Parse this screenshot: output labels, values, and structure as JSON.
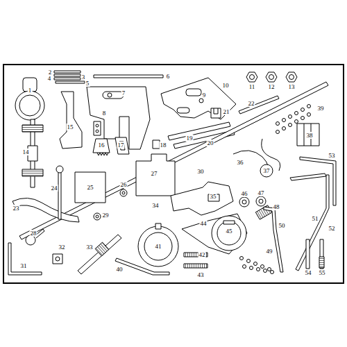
{
  "diagram": {
    "labels": [
      "1",
      "2",
      "3",
      "4",
      "5",
      "6",
      "7",
      "8",
      "9",
      "10",
      "11",
      "12",
      "13",
      "14",
      "15",
      "16",
      "17",
      "18",
      "19",
      "20",
      "21",
      "22",
      "23",
      "24",
      "25",
      "26",
      "27",
      "28",
      "29",
      "30",
      "31",
      "32",
      "33",
      "34",
      "35",
      "36",
      "37",
      "38",
      "39",
      "40",
      "41",
      "42",
      "43",
      "44",
      "45",
      "46",
      "47",
      "48",
      "49",
      "50",
      "51",
      "52",
      "53",
      "54",
      "55"
    ]
  }
}
